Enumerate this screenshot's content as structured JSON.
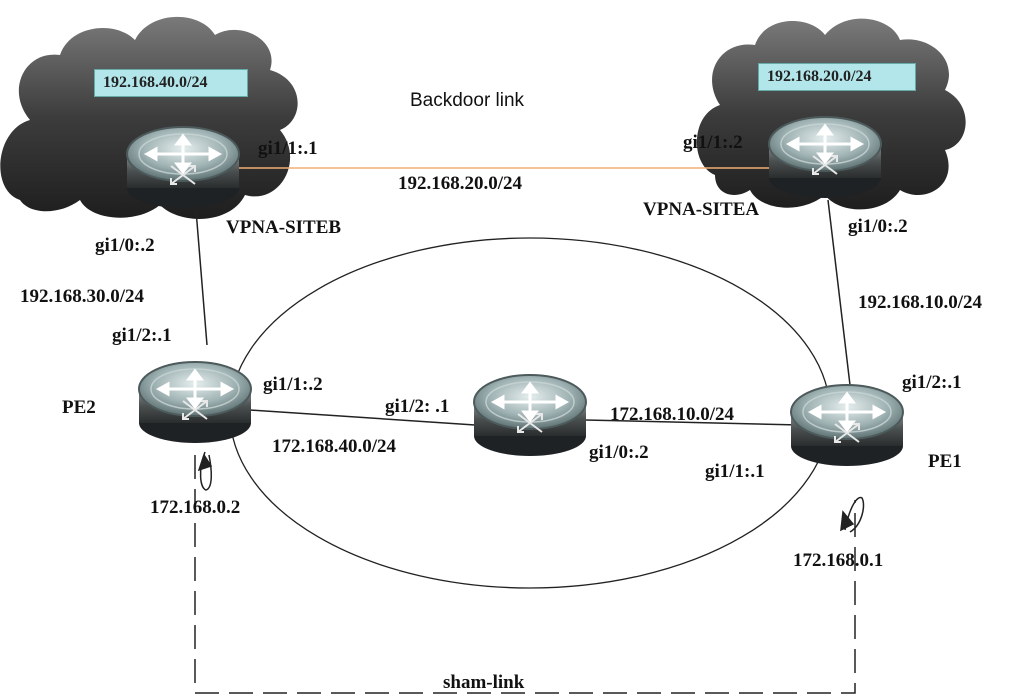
{
  "title": "Backdoor link",
  "clouds": {
    "left_subnet": "192.168.40.0/24",
    "right_subnet": "192.168.20.0/24"
  },
  "routers": {
    "siteb": "VPNA-SITEB",
    "sitea": "VPNA-SITEA",
    "pe2": "PE2",
    "pe1": "PE1"
  },
  "links": {
    "backdoor_subnet": "192.168.20.0/24",
    "siteb_pe2_subnet": "192.168.30.0/24",
    "sitea_pe1_subnet": "192.168.10.0/24",
    "pe2_p_subnet": "172.168.40.0/24",
    "p_pe1_subnet": "172.168.10.0/24",
    "sham_link": "sham-link"
  },
  "interfaces": {
    "siteb_gi11": "gi1/1:.1",
    "siteb_gi10": "gi1/0:.2",
    "sitea_gi11": "gi1/1:.2",
    "sitea_gi10": "gi1/0:.2",
    "pe2_gi12": "gi1/2:.1",
    "pe2_gi11": "gi1/1:.2",
    "p_gi12": "gi1/2: .1",
    "p_gi10": "gi1/0:.2",
    "pe1_gi12": "gi1/2:.1",
    "pe1_gi11": "gi1/1:.1"
  },
  "loopbacks": {
    "pe2": "172.168.0.2",
    "pe1": "172.168.0.1"
  }
}
